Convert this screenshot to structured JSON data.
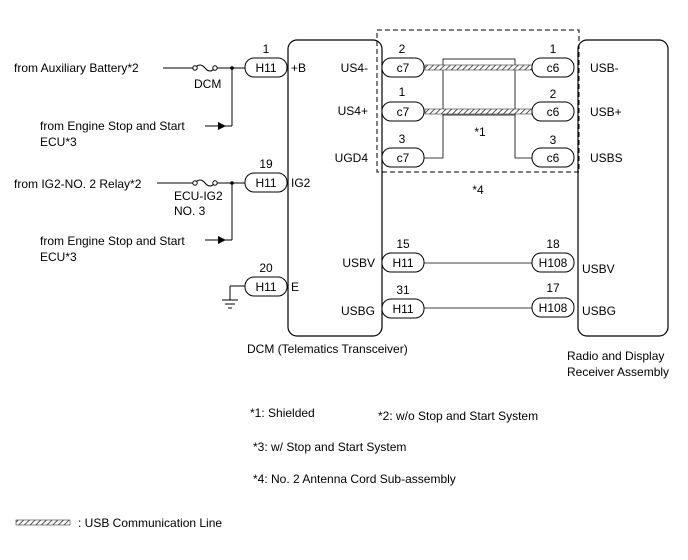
{
  "sources": {
    "aux_battery": "from Auxiliary Battery*2",
    "engine_stop_1_line1": "from Engine Stop and Start",
    "engine_stop_1_line2": "ECU*3",
    "ig2_relay": "from IG2-NO. 2 Relay*2",
    "engine_stop_2_line1": "from Engine Stop and Start",
    "engine_stop_2_line2": "ECU*3"
  },
  "fuses": {
    "dcm": "DCM",
    "ecu_ig2_line1": "ECU-IG2",
    "ecu_ig2_line2": "NO. 3"
  },
  "dcm": {
    "title": "DCM (Telematics Transceiver)",
    "pins": [
      {
        "num": "1",
        "conn": "H11",
        "name": "+B"
      },
      {
        "num": "19",
        "conn": "H11",
        "name": "IG2"
      },
      {
        "num": "20",
        "conn": "H11",
        "name": "E"
      }
    ],
    "right_pins": [
      {
        "name": "USBV",
        "num": "15",
        "conn": "H11"
      },
      {
        "name": "USBG",
        "num": "31",
        "conn": "H11"
      }
    ]
  },
  "antenna": {
    "left": [
      {
        "name": "US4-",
        "num": "2",
        "conn": "c7"
      },
      {
        "name": "US4+",
        "num": "1",
        "conn": "c7"
      },
      {
        "name": "UGD4",
        "num": "3",
        "conn": "c7"
      }
    ],
    "right": [
      {
        "name": "USB-",
        "num": "1",
        "conn": "c6"
      },
      {
        "name": "USB+",
        "num": "2",
        "conn": "c6"
      },
      {
        "name": "USBS",
        "num": "3",
        "conn": "c6"
      }
    ],
    "shield_mark": "*1",
    "cord_mark": "*4"
  },
  "radio": {
    "title_line1": "Radio and Display",
    "title_line2": "Receiver Assembly",
    "pins": [
      {
        "num": "18",
        "conn": "H108",
        "name": "USBV"
      },
      {
        "num": "17",
        "conn": "H108",
        "name": "USBG"
      }
    ]
  },
  "notes": {
    "n1": "*1: Shielded",
    "n2": "*2: w/o Stop and Start System",
    "n3": "*3: w/ Stop and Start System",
    "n4": "*4: No. 2 Antenna Cord Sub-assembly"
  },
  "legend": {
    "usb_line": ": USB Communication Line"
  },
  "colors": {
    "line": "#000000",
    "usb_line": "#666666"
  }
}
